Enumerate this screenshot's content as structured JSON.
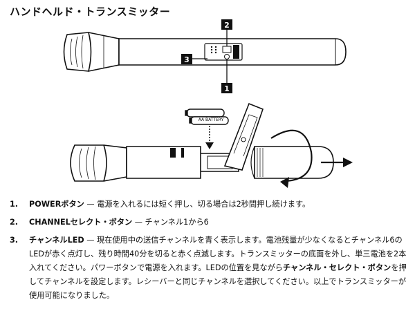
{
  "title": "ハンドヘルド・トランスミッター",
  "labels": {
    "badge2": "2",
    "badge3": "3",
    "badge1": "1",
    "battery": "AA BATTERY"
  },
  "items": [
    {
      "num": "1.",
      "term": "POWERボタン",
      "dash": " — ",
      "text": "電源を入れるには短く押し、切る場合は2秒間押し続けます。"
    },
    {
      "num": "2.",
      "term": "CHANNELセレクト・ボタン",
      "dash": " — ",
      "text": "チャンネル1から6"
    },
    {
      "num": "3.",
      "term": "チャンネルLED",
      "dash": " — ",
      "text_a": "現在使用中の送信チャンネルを青く表示します。電池残量が少なくなるとチャンネル6のLEDが赤く点灯し、残り時間40分を切ると赤く点滅します。トランスミッターの底面を外し、単三電池を2本入れてください。パワーボタンで電源を入れます。LEDの位置を見ながら",
      "bold_b": "チャンネル・セレクト・ボタン",
      "text_c": "を押してチャンネルを設定します。レシーバーと同じチャンネルを選択してください。以上でトランスミッターが使用可能になりました。"
    }
  ]
}
